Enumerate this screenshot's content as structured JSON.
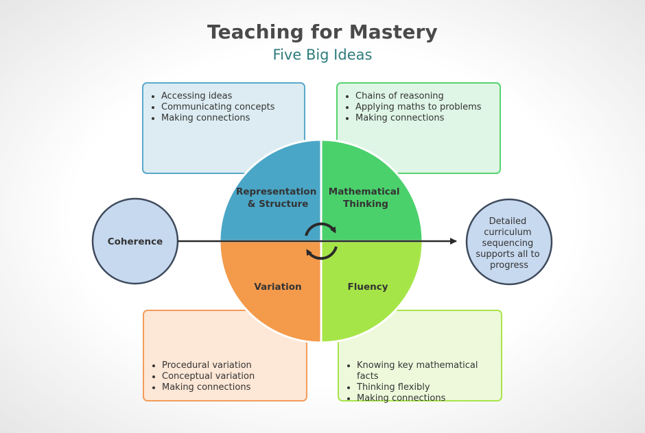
{
  "title": "Teaching for Mastery",
  "subtitle": "Five Big Ideas",
  "quadrants": {
    "top_left": {
      "label_lines": [
        "Representation",
        "& Structure"
      ],
      "color": "#4aa6c6"
    },
    "top_right": {
      "label_lines": [
        "Mathematical",
        "Thinking"
      ],
      "color": "#4bd16c"
    },
    "bottom_left": {
      "label_lines": [
        "Variation"
      ],
      "color": "#f49a4b"
    },
    "bottom_right": {
      "label_lines": [
        "Fluency"
      ],
      "color": "#a6e548"
    }
  },
  "boxes": {
    "top_left": [
      "Accessing ideas",
      "Communicating concepts",
      "Making connections"
    ],
    "top_right": [
      "Chains of reasoning",
      "Applying maths to problems",
      "Making connections"
    ],
    "bottom_left": [
      "Procedural variation",
      "Conceptual variation",
      "Making connections"
    ],
    "bottom_right": [
      "Knowing key mathematical facts",
      "Thinking flexibly",
      "Making connections"
    ]
  },
  "coherence": {
    "label": "Coherence",
    "fill": "#c7d9ef",
    "stroke": "#3e4a5c"
  },
  "outcome": {
    "lines": [
      "Detailed",
      "curriculum",
      "sequencing",
      "supports all to",
      "progress"
    ],
    "fill": "#c7d9ef",
    "stroke": "#3e4a5c"
  },
  "icons": {
    "center": "cycle-arrows-icon",
    "arrow": "right-arrow"
  }
}
